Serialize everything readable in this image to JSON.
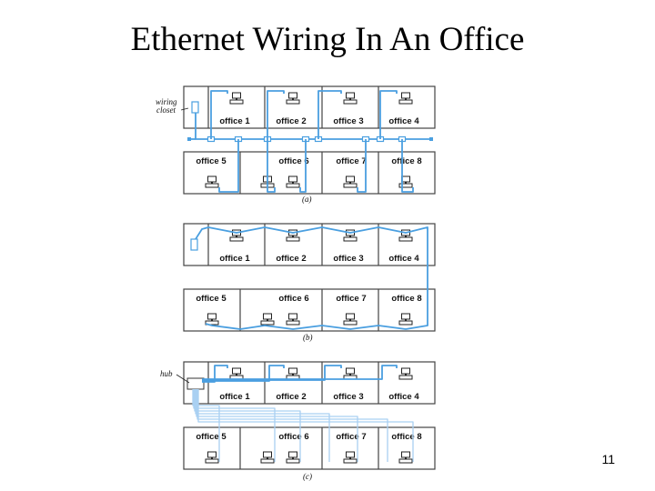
{
  "slide": {
    "title": "Ethernet Wiring In An Office",
    "page_number": "11"
  },
  "diagrams": [
    {
      "caption": "(a)",
      "side_label_lines": [
        "wiring",
        "closet"
      ],
      "top_offices": [
        "office 1",
        "office 2",
        "office 3",
        "office 4"
      ],
      "bottom_offices": [
        "office 5",
        "office 6",
        "office 7",
        "office 8"
      ]
    },
    {
      "caption": "(b)",
      "top_offices": [
        "office 1",
        "office 2",
        "office 3",
        "office 4"
      ],
      "bottom_offices": [
        "office 5",
        "office 6",
        "office 7",
        "office 8"
      ]
    },
    {
      "caption": "(c)",
      "side_label_lines": [
        "hub"
      ],
      "top_offices": [
        "office 1",
        "office 2",
        "office 3",
        "office 4"
      ],
      "bottom_offices": [
        "office 5",
        "office 6",
        "office 7",
        "office 8"
      ]
    }
  ],
  "colors": {
    "cable": "#4a9fe0",
    "cable_light": "#a9d0f2",
    "wall": "#444444"
  },
  "icons": {
    "computer": "computer-icon",
    "transceiver": "transceiver-icon",
    "hub": "hub-icon",
    "terminator": "terminator-icon"
  }
}
